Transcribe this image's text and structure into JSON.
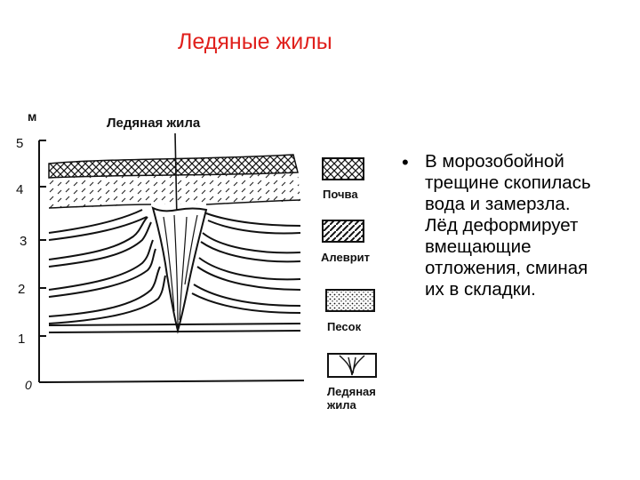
{
  "title": "Ледяные жилы",
  "figure": {
    "axis_unit": "м",
    "axis_ticks": [
      "5",
      "4",
      "3",
      "2",
      "1",
      "0"
    ],
    "vein_label": "Ледяная жила",
    "legend": [
      {
        "label": "Почва",
        "pattern": "crosshatch"
      },
      {
        "label": "Алеврит",
        "pattern": "diagonal"
      },
      {
        "label": "Песок",
        "pattern": "dots"
      },
      {
        "label": "Ледяная\nжила",
        "pattern": "ice-vein"
      }
    ]
  },
  "bullet": {
    "symbol": "•",
    "text": "В морозобойной\nтрещине скопилась\nвода и замерзла.\nЛёд деформирует\nвмещающие\nотложения, сминая\nих в складки."
  },
  "colors": {
    "title": "#e0201c",
    "ink": "#111111"
  }
}
